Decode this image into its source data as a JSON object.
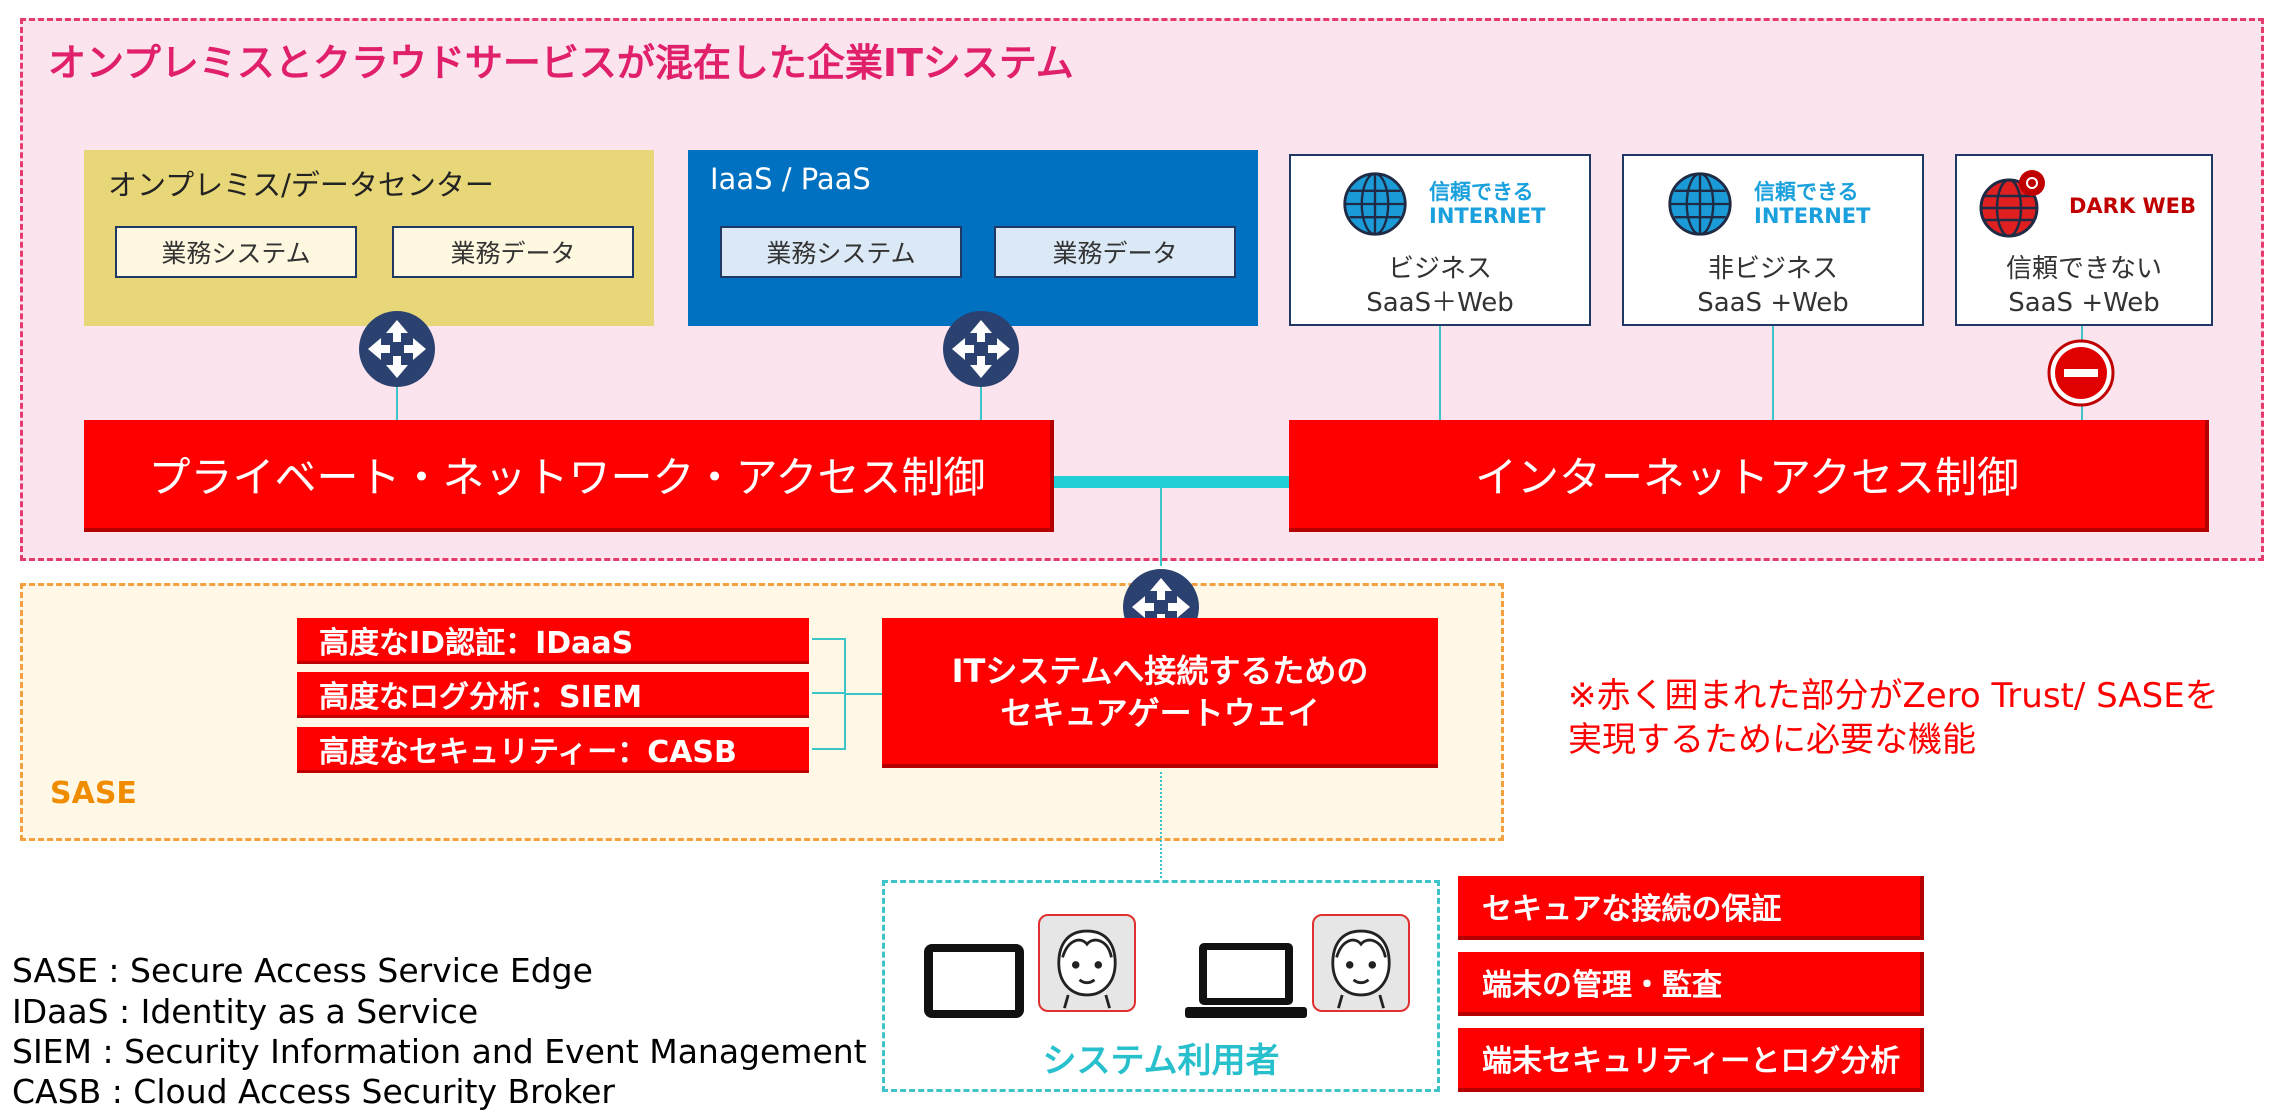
{
  "title": "オンプレミスとクラウドサービスが混在した企業ITシステム",
  "onprem": {
    "label": "オンプレミス/データセンター",
    "system": "業務システム",
    "data": "業務データ"
  },
  "iaas": {
    "label": "IaaS / PaaS",
    "system": "業務システム",
    "data": "業務データ"
  },
  "saas_boxes": [
    {
      "badge_line1": "信頼できる",
      "badge_line2": "INTERNET",
      "line1": "ビジネス",
      "line2": "SaaS＋Web"
    },
    {
      "badge_line1": "信頼できる",
      "badge_line2": "INTERNET",
      "line1": "非ビジネス",
      "line2": "SaaS +Web"
    },
    {
      "badge_line1": "DARK WEB",
      "line1": "信頼できない",
      "line2": "SaaS +Web"
    }
  ],
  "private_access": "プライベート・ネットワーク・アクセス制御",
  "internet_access": "インターネットアクセス制御",
  "sase": {
    "label": "SASE",
    "features": [
      "高度なID認証：IDaaS",
      "高度なログ分析：SIEM",
      "高度なセキュリティー：CASB"
    ],
    "gateway_line1": "ITシステムへ接続するための",
    "gateway_line2": "セキュアゲートウェイ"
  },
  "note_line1": "※赤く囲まれた部分がZero Trust/ SASEを",
  "note_line2": "実現するために必要な機能",
  "users_label": "システム利用者",
  "user_features": [
    "セキュアな接続の保証",
    "端末の管理・監査",
    "端末セキュリティーとログ分析"
  ],
  "glossary": [
    "SASE : Secure Access Service Edge",
    "IDaaS : Identity as a Service",
    "SIEM : Security Information and Event Management",
    "CASB : Cloud Access Security Broker"
  ],
  "colors": {
    "accent_red": "#ff0000",
    "title_pink": "#e0206a",
    "connector_teal": "#3cc4c8",
    "iaas_blue": "#0070c0",
    "onprem_yellow": "#e8d779",
    "router_navy": "#2b4170",
    "sase_orange": "#f08c00"
  }
}
